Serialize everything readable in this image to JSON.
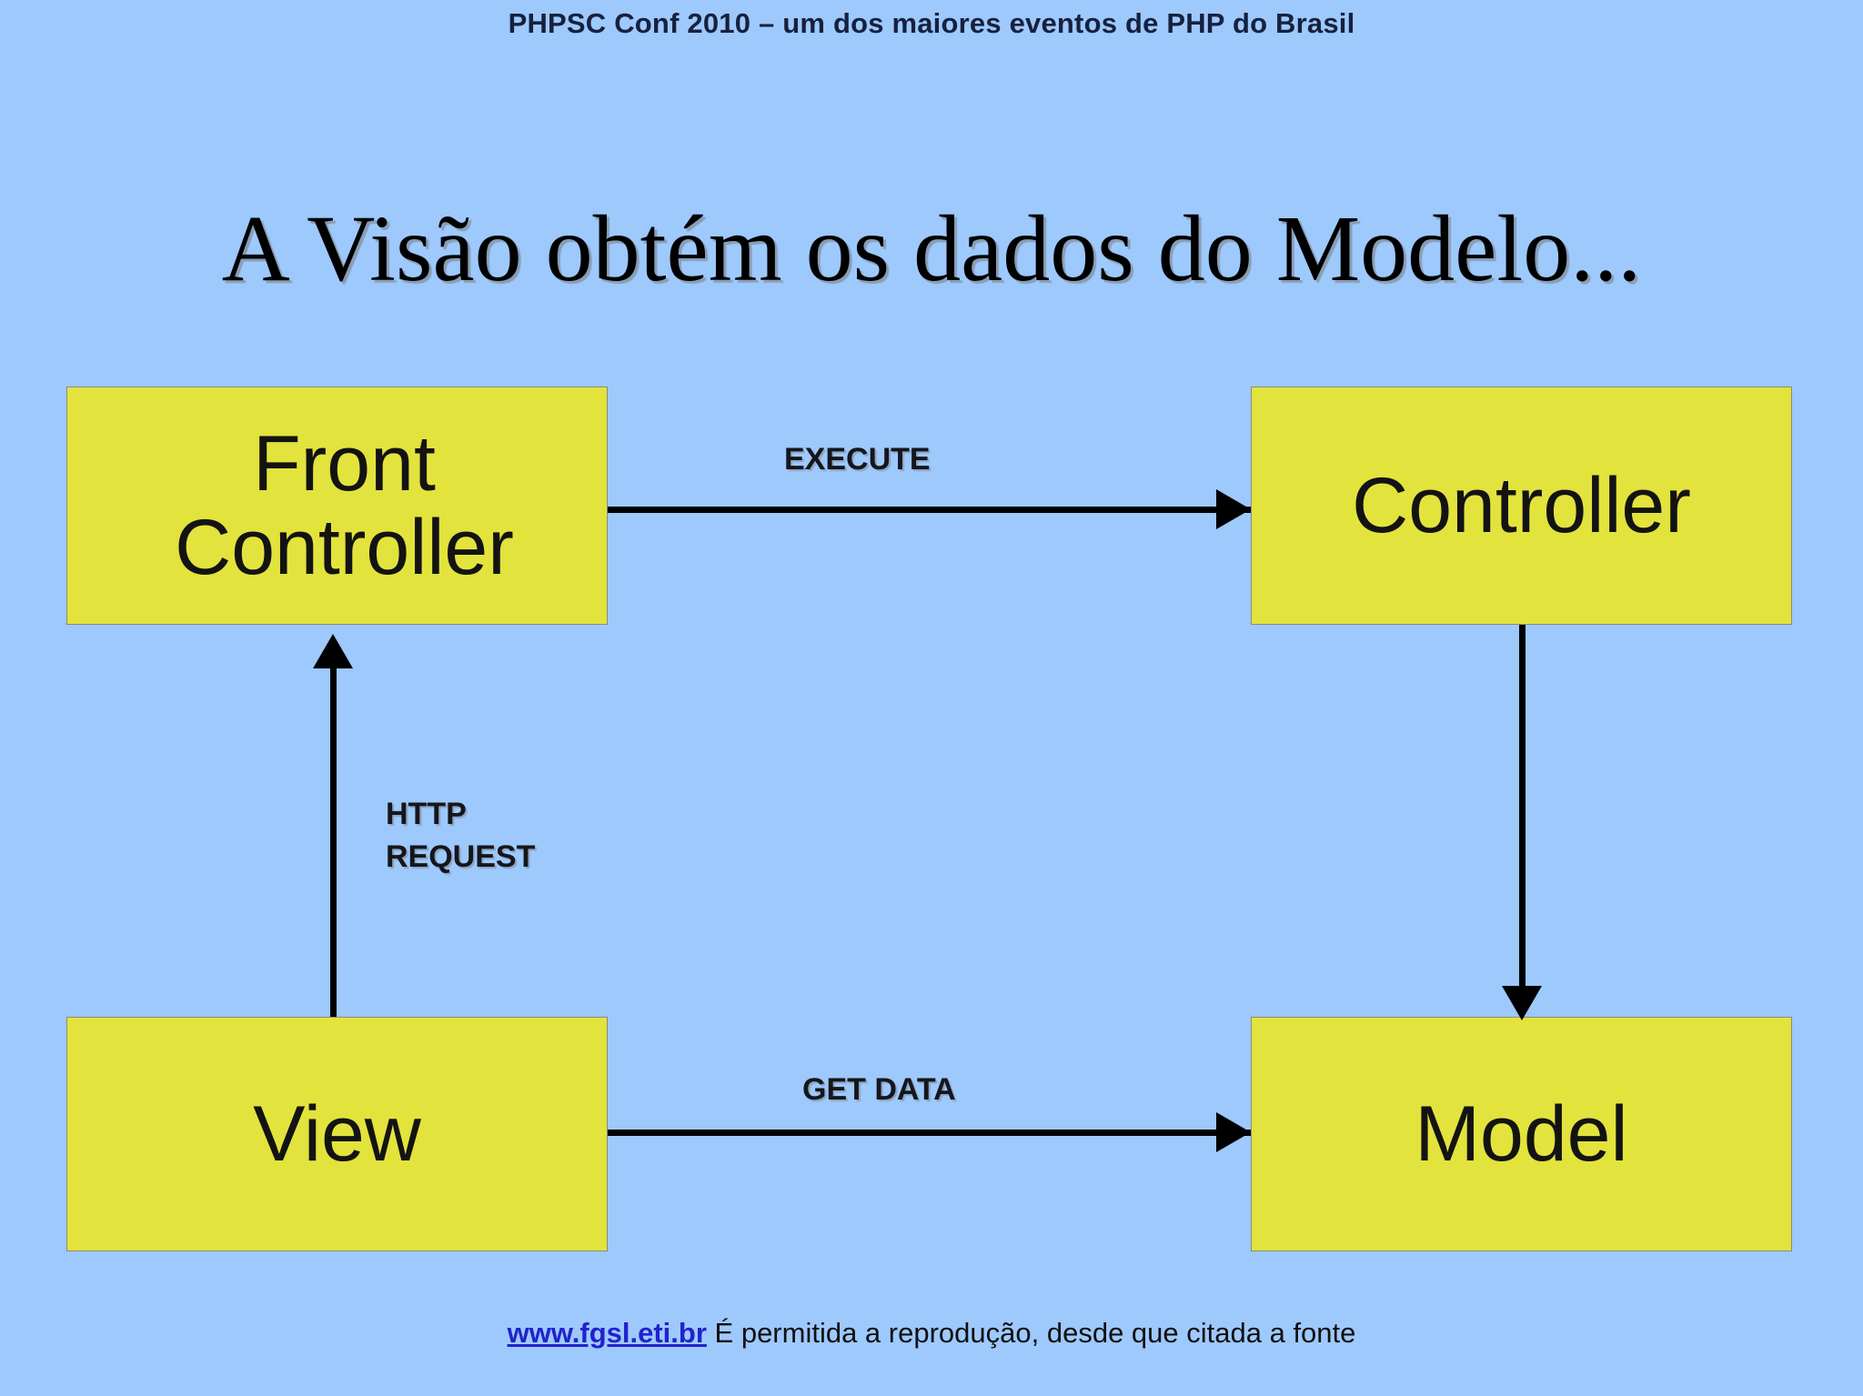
{
  "header": {
    "text": "PHPSC Conf 2010 – um dos maiores eventos de PHP do Brasil"
  },
  "slide": {
    "title": "A Visão obtém os dados do Modelo..."
  },
  "diagram": {
    "type": "mvc-flow-diagram",
    "nodes": [
      {
        "id": "front-controller",
        "label": "Front\nController"
      },
      {
        "id": "controller",
        "label": "Controller"
      },
      {
        "id": "view",
        "label": "View"
      },
      {
        "id": "model",
        "label": "Model"
      }
    ],
    "edges": [
      {
        "id": "execute",
        "from": "front-controller",
        "to": "controller",
        "label": "EXECUTE",
        "direction": "right"
      },
      {
        "id": "dispatch",
        "from": "controller",
        "to": "model",
        "label": "",
        "direction": "down"
      },
      {
        "id": "get-data",
        "from": "view",
        "to": "model",
        "label": "GET DATA",
        "direction": "right"
      },
      {
        "id": "http-request",
        "from": "view",
        "to": "front-controller",
        "label": "HTTP\nREQUEST",
        "direction": "up"
      }
    ]
  },
  "footer": {
    "link": "www.fgsl.eti.br",
    "text": " É permitida a reprodução, desde que citada a fonte"
  },
  "colors": {
    "background": "#9ec9fd",
    "box_fill": "#e3e33d",
    "box_border": "#8a8a7a",
    "header_text": "#16213f",
    "link": "#2222cc",
    "arrow": "#000000"
  }
}
